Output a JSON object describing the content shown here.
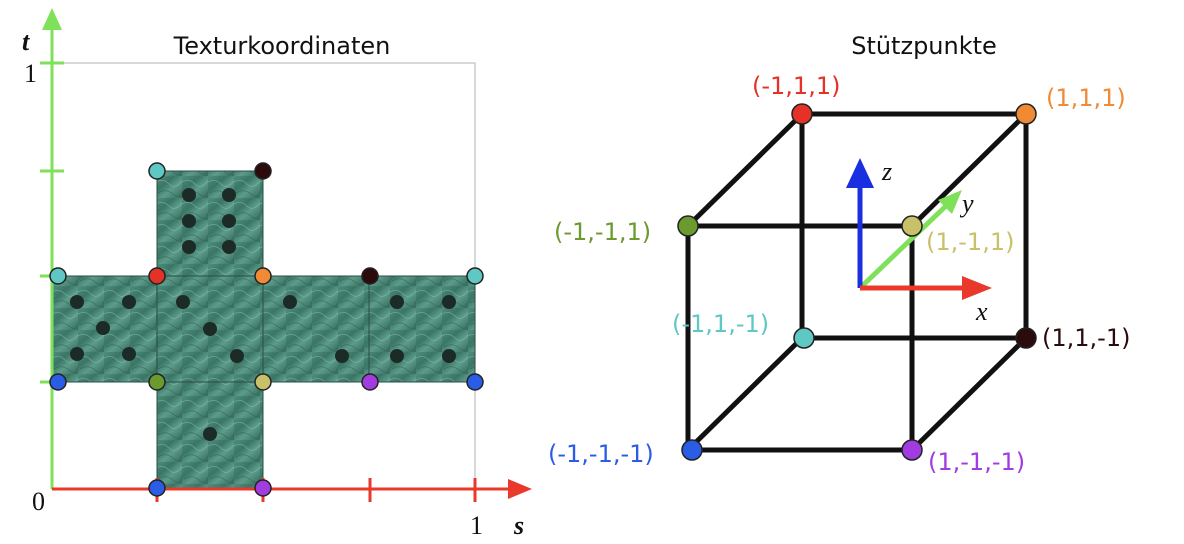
{
  "texture_panel": {
    "title": "Texturkoordinaten",
    "axis_t_label": "t",
    "axis_s_label": "s",
    "origin_label": "0",
    "s_one_label": "1",
    "t_one_label": "1"
  },
  "cube_panel": {
    "title": "Stützpunkte",
    "axis_x_label": "x",
    "axis_y_label": "y",
    "axis_z_label": "z",
    "vertices": [
      {
        "label": "(-1,1,1)",
        "color": "#e53228"
      },
      {
        "label": "(1,1,1)",
        "color": "#f08a34"
      },
      {
        "label": "(-1,-1,1)",
        "color": "#6b9a2e"
      },
      {
        "label": "(1,-1,1)",
        "color": "#c9c06a"
      },
      {
        "label": "(-1,1,-1)",
        "color": "#5fc7c4"
      },
      {
        "label": "(1,1,-1)",
        "color": "#2b0b0b"
      },
      {
        "label": "(-1,-1,-1)",
        "color": "#2a5ce6"
      },
      {
        "label": "(1,-1,-1)",
        "color": "#a23be0"
      }
    ]
  },
  "colors": {
    "s_axis": "#e8392a",
    "t_axis": "#7fe05a",
    "x_axis": "#e8392a",
    "y_axis": "#7fe05a",
    "z_axis": "#1a2fe0",
    "texture": "#3f7e6e",
    "pip": "#1d2b27",
    "cube_edge": "#111111"
  }
}
